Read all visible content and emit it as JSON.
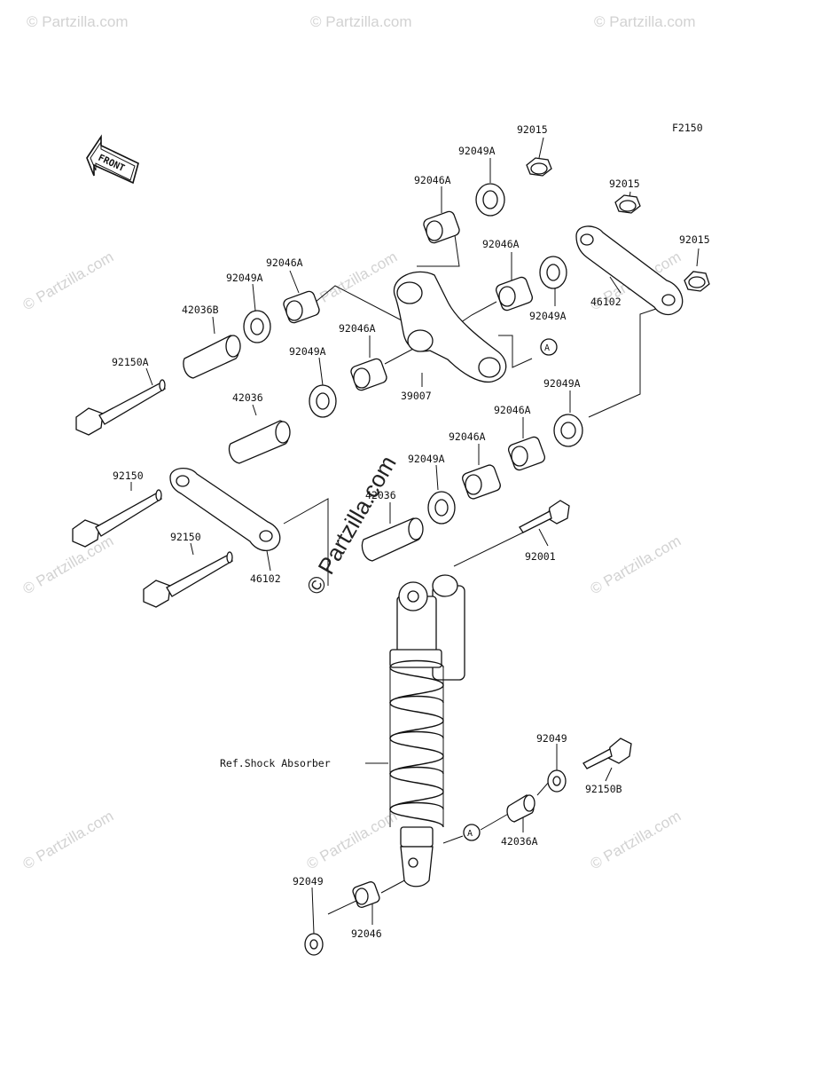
{
  "diagram": {
    "code": "F2150",
    "front_label": "FRONT",
    "ref_label": "Ref.Shock Absorber",
    "marker_a": "A",
    "watermark": "© Partzilla.com",
    "watermark_small": "© Partzilla.com",
    "callouts": [
      "92015",
      "92049A",
      "92046A",
      "92015",
      "92015",
      "92046A",
      "92049A",
      "46102",
      "92046A",
      "92049A",
      "42036B",
      "92150A",
      "92046A",
      "92049A",
      "39007",
      "42036",
      "92049A",
      "92046A",
      "92046A",
      "92049A",
      "92150",
      "42036",
      "92001",
      "92150",
      "46102",
      "92049",
      "92150B",
      "42036A",
      "92049",
      "92046"
    ]
  }
}
